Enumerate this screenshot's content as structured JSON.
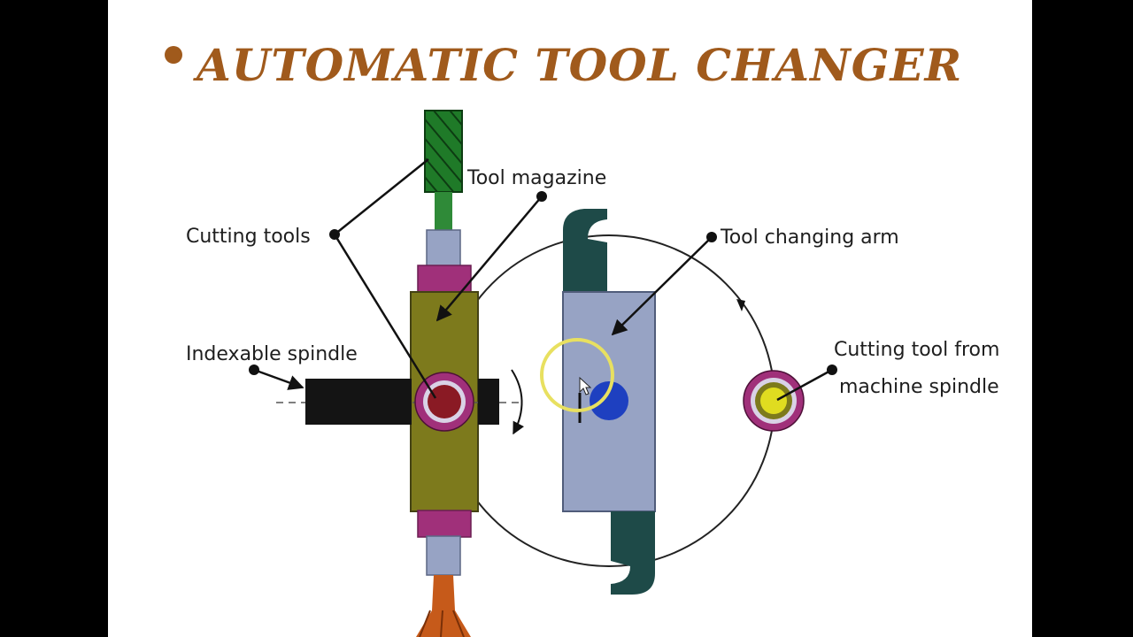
{
  "slide": {
    "title": "AUTOMATIC TOOL CHANGER"
  },
  "labels": {
    "cutting_tools": "Cutting tools",
    "tool_magazine": "Tool magazine",
    "tool_changing_arm": "Tool changing arm",
    "indexable_spindle": "Indexable spindle",
    "cutting_tool_from_line1": "Cutting tool from",
    "cutting_tool_from_line2": "machine spindle"
  },
  "colors": {
    "title": "#a05a1c",
    "green_tool": "#1f7a28",
    "magazine_body": "#7d7a1c",
    "collar_purple": "#a0307a",
    "arm_body": "#97a3c4",
    "arm_hook": "#1e4a48",
    "spindle_black": "#141414",
    "hub_blue": "#1e40c0",
    "chuck_orange": "#c65a1a",
    "cursor_ring": "#e8e060"
  }
}
